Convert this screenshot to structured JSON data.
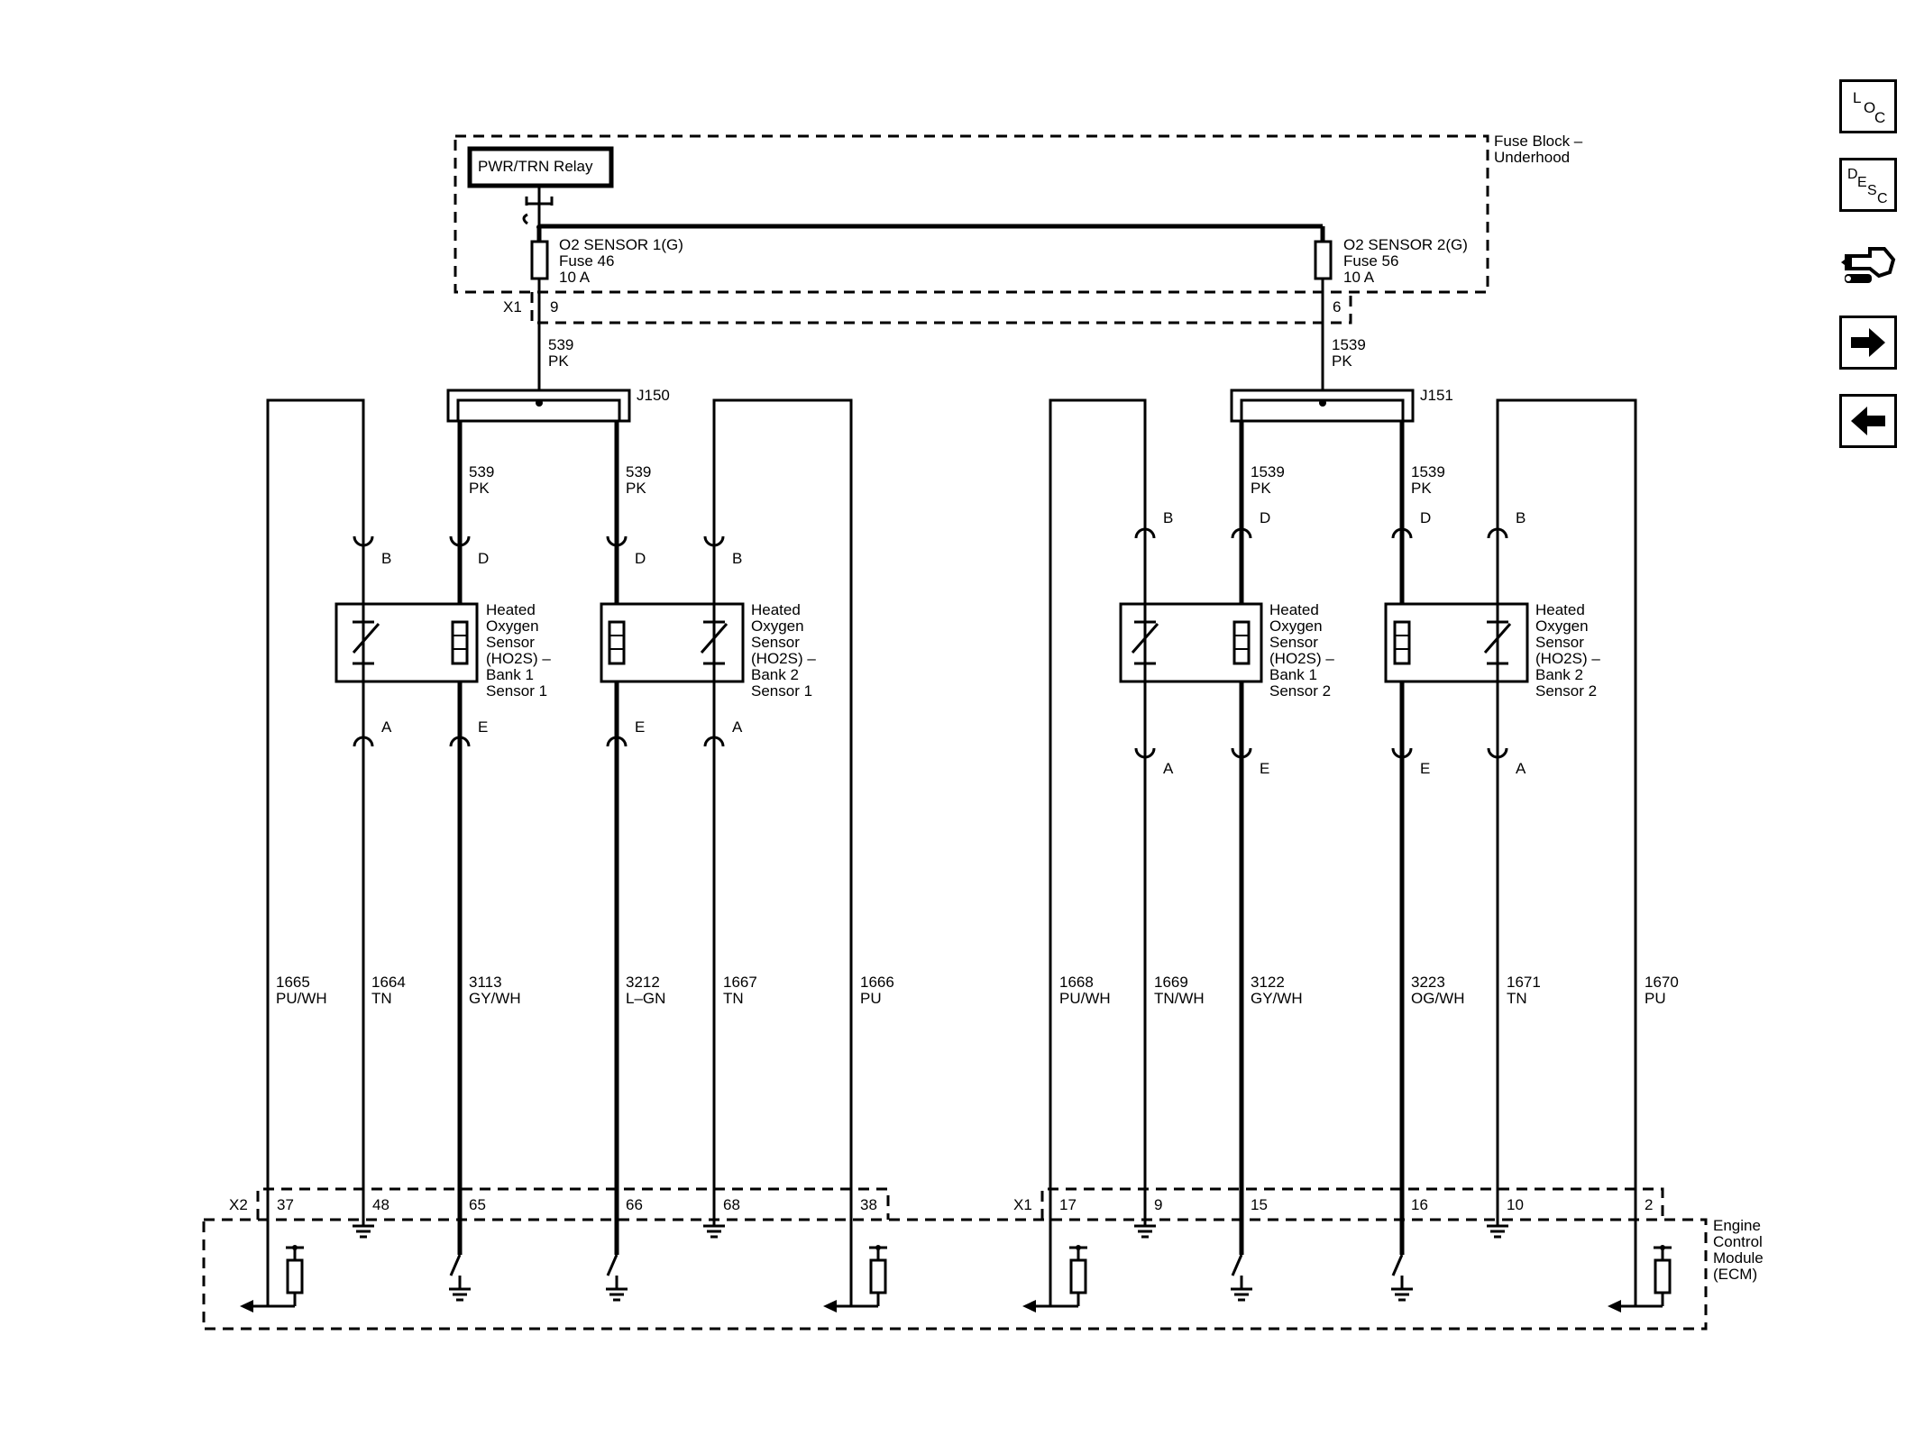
{
  "fuse_block": {
    "label_line1": "Fuse Block –",
    "label_line2": "Underhood",
    "relay": "PWR/TRN Relay",
    "fuse1": {
      "line1": "O2 SENSOR 1(G)",
      "line2": "Fuse 46",
      "line3": "10 A"
    },
    "fuse2": {
      "line1": "O2 SENSOR 2(G)",
      "line2": "Fuse 56",
      "line3": "10 A"
    },
    "connector": "X1",
    "pin1": "9",
    "pin2": "6"
  },
  "feeds": {
    "left": {
      "circuit": "539",
      "color": "PK"
    },
    "right": {
      "circuit": "1539",
      "color": "PK"
    }
  },
  "splices": {
    "left": "J150",
    "right": "J151"
  },
  "sensors": [
    {
      "line1": "Heated",
      "line2": "Oxygen",
      "line3": "Sensor",
      "line4": "(HO2S) –",
      "line5": "Bank 1",
      "line6": "Sensor 1"
    },
    {
      "line1": "Heated",
      "line2": "Oxygen",
      "line3": "Sensor",
      "line4": "(HO2S) –",
      "line5": "Bank 2",
      "line6": "Sensor 1"
    },
    {
      "line1": "Heated",
      "line2": "Oxygen",
      "line3": "Sensor",
      "line4": "(HO2S) –",
      "line5": "Bank 1",
      "line6": "Sensor 2"
    },
    {
      "line1": "Heated",
      "line2": "Oxygen",
      "line3": "Sensor",
      "line4": "(HO2S) –",
      "line5": "Bank 2",
      "line6": "Sensor 2"
    }
  ],
  "sensor_pins": {
    "b": "B",
    "d": "D",
    "a": "A",
    "e": "E"
  },
  "heater_feed_labels": [
    {
      "circuit": "539",
      "color": "PK"
    },
    {
      "circuit": "539",
      "color": "PK"
    },
    {
      "circuit": "1539",
      "color": "PK"
    },
    {
      "circuit": "1539",
      "color": "PK"
    }
  ],
  "wires": [
    {
      "circuit": "1665",
      "color": "PU/WH",
      "pin": "37"
    },
    {
      "circuit": "1664",
      "color": "TN",
      "pin": "48"
    },
    {
      "circuit": "3113",
      "color": "GY/WH",
      "pin": "65"
    },
    {
      "circuit": "3212",
      "color": "L–GN",
      "pin": "66"
    },
    {
      "circuit": "1667",
      "color": "TN",
      "pin": "68"
    },
    {
      "circuit": "1666",
      "color": "PU",
      "pin": "38"
    },
    {
      "circuit": "1668",
      "color": "PU/WH",
      "pin": "17"
    },
    {
      "circuit": "1669",
      "color": "TN/WH",
      "pin": "9"
    },
    {
      "circuit": "3122",
      "color": "GY/WH",
      "pin": "15"
    },
    {
      "circuit": "3223",
      "color": "OG/WH",
      "pin": "16"
    },
    {
      "circuit": "1671",
      "color": "TN",
      "pin": "10"
    },
    {
      "circuit": "1670",
      "color": "PU",
      "pin": "2"
    }
  ],
  "ecm": {
    "connector_left": "X2",
    "connector_right": "X1",
    "label_line1": "Engine",
    "label_line2": "Control",
    "label_line3": "Module",
    "label_line4": "(ECM)"
  },
  "nav": {
    "loc": {
      "c1": "L",
      "c2": "O",
      "c3": "C"
    },
    "desc": {
      "c1": "D",
      "c2": "E",
      "c3": "S",
      "c4": "C"
    }
  }
}
